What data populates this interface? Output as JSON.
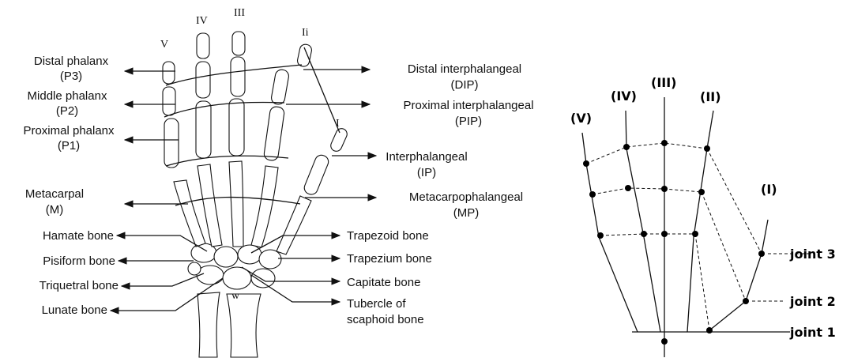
{
  "left_figure": {
    "finger_numerals": [
      "V",
      "IV",
      "III",
      "Ii",
      "I"
    ],
    "wrist_label": "w",
    "left_labels": [
      [
        "Distal phalanx",
        "(P3)"
      ],
      [
        "Middle phalanx",
        "(P2)"
      ],
      [
        "Proximal phalanx",
        "(P1)"
      ],
      [
        "Metacarpal",
        "(M)"
      ],
      [
        "Hamate bone"
      ],
      [
        "Pisiform bone"
      ],
      [
        "Triquetral bone"
      ],
      [
        "Lunate bone"
      ]
    ],
    "right_labels": [
      [
        "Distal interphalangeal",
        "(DIP)"
      ],
      [
        "Proximal interphalangeal",
        "(PIP)"
      ],
      [
        "Interphalangeal",
        "(IP)"
      ],
      [
        "Metacarpophalangeal",
        "(MP)"
      ],
      [
        "Trapezoid bone"
      ],
      [
        "Trapezium bone"
      ],
      [
        "Capitate bone"
      ],
      [
        "Tubercle of",
        "scaphoid bone"
      ]
    ]
  },
  "right_figure": {
    "finger_labels": [
      "(V)",
      "(IV)",
      "(III)",
      "(II)",
      "(I)"
    ],
    "joint_labels": [
      "joint 3",
      "joint 2",
      "joint 1"
    ]
  }
}
